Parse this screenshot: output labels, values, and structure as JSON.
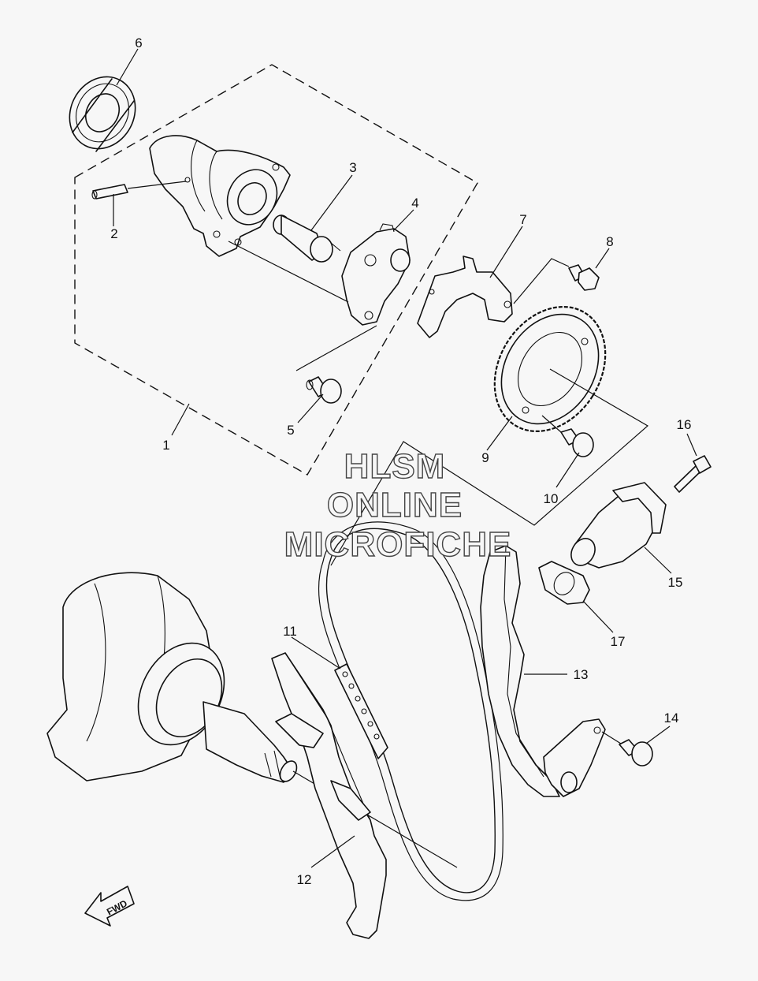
{
  "callouts": [
    "1",
    "2",
    "3",
    "4",
    "5",
    "6",
    "7",
    "8",
    "9",
    "10",
    "11",
    "12",
    "13",
    "14",
    "15",
    "16",
    "17"
  ],
  "watermark": [
    "HLSM",
    "ONLINE",
    "MICROFICHE"
  ],
  "fwd_label": "FWD"
}
